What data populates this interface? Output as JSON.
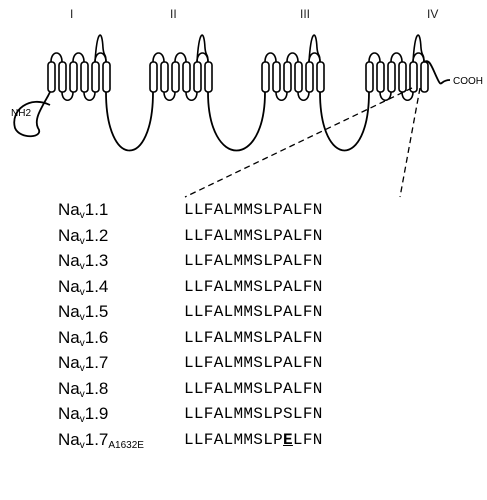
{
  "diagram": {
    "domains": [
      "I",
      "II",
      "III",
      "IV"
    ],
    "n_terminus": "NH2",
    "c_terminus": "COOH",
    "stroke_color": "#000000"
  },
  "alignment": [
    {
      "name": "Na",
      "sub": "v",
      "suffix": "1.1",
      "mutation": "",
      "seq_before": "LLFALMMSLPALFN",
      "mut_residue": "",
      "seq_after": ""
    },
    {
      "name": "Na",
      "sub": "v",
      "suffix": "1.2",
      "mutation": "",
      "seq_before": "LLFALMMSLPALFN",
      "mut_residue": "",
      "seq_after": ""
    },
    {
      "name": "Na",
      "sub": "v",
      "suffix": "1.3",
      "mutation": "",
      "seq_before": "LLFALMMSLPALFN",
      "mut_residue": "",
      "seq_after": ""
    },
    {
      "name": "Na",
      "sub": "v",
      "suffix": "1.4",
      "mutation": "",
      "seq_before": "LLFALMMSLPALFN",
      "mut_residue": "",
      "seq_after": ""
    },
    {
      "name": "Na",
      "sub": "v",
      "suffix": "1.5",
      "mutation": "",
      "seq_before": "LLFALMMSLPALFN",
      "mut_residue": "",
      "seq_after": ""
    },
    {
      "name": "Na",
      "sub": "v",
      "suffix": "1.6",
      "mutation": "",
      "seq_before": "LLFALMMSLPALFN",
      "mut_residue": "",
      "seq_after": ""
    },
    {
      "name": "Na",
      "sub": "v",
      "suffix": "1.7",
      "mutation": "",
      "seq_before": "LLFALMMSLPALFN",
      "mut_residue": "",
      "seq_after": ""
    },
    {
      "name": "Na",
      "sub": "v",
      "suffix": "1.8",
      "mutation": "",
      "seq_before": "LLFALMMSLPALFN",
      "mut_residue": "",
      "seq_after": ""
    },
    {
      "name": "Na",
      "sub": "v",
      "suffix": "1.9",
      "mutation": "",
      "seq_before": "LLFALMMSLPSLFN",
      "mut_residue": "",
      "seq_after": ""
    },
    {
      "name": "Na",
      "sub": "v",
      "suffix": "1.7",
      "mutation": "A1632E",
      "seq_before": "LLFALMMSLP",
      "mut_residue": "E",
      "seq_after": "LFN"
    }
  ]
}
